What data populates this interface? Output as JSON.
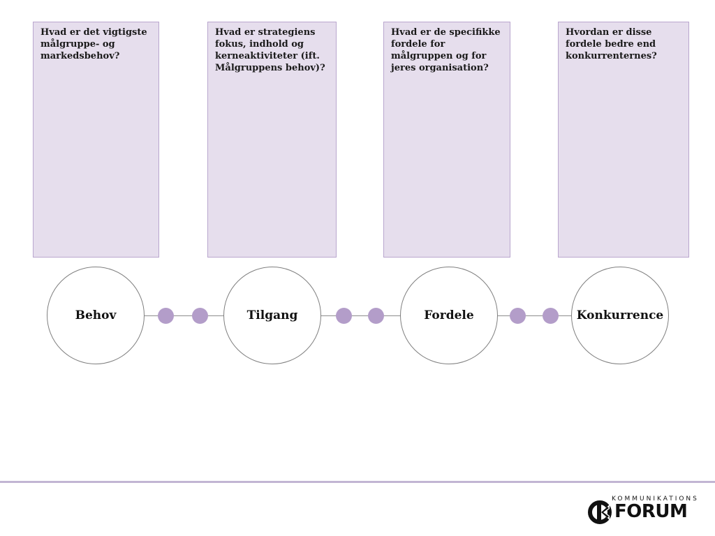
{
  "questions": [
    {
      "text": "Hvad er det vigtigste målgruppe- og markedsbehov?"
    },
    {
      "text": "Hvad er strategiens fokus, indhold og kerneaktiviteter (ift. Målgruppens behov)?"
    },
    {
      "text": "Hvad er de specifikke fordele for målgruppen og for jeres organisation?"
    },
    {
      "text": "Hvordan er disse fordele bedre end konkurrenternes?"
    }
  ],
  "steps": [
    {
      "label": "Behov"
    },
    {
      "label": "Tilgang"
    },
    {
      "label": "Fordele"
    },
    {
      "label": "Konkurrence"
    }
  ],
  "logo": {
    "top_text": "KOMMUNIKATIONS",
    "main_text": "FORUM"
  },
  "colors": {
    "box_fill": "#e6deed",
    "box_border": "#b9a6ce",
    "dot": "#b39dc9",
    "footer_rule": "#c2b5d3"
  }
}
